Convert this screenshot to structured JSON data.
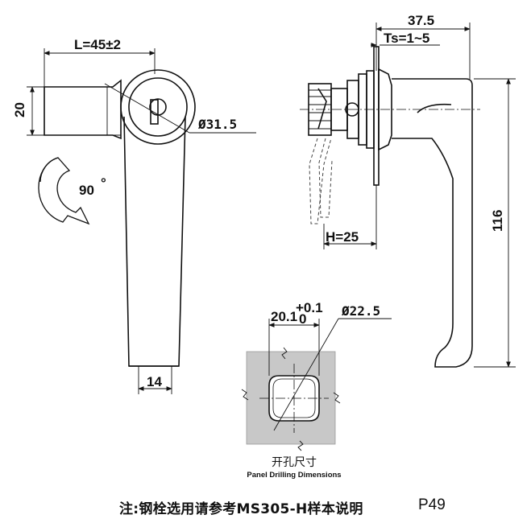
{
  "dimensions": {
    "front_length": "L=45±2",
    "front_height": "20",
    "front_diameter": "Ø31.5",
    "rotation": "90",
    "rotation_unit": "°",
    "bottom_width": "14",
    "side_depth": "37.5",
    "side_thickness": "Ts=1~5",
    "side_height": "116",
    "side_cam_h": "H=25",
    "cutout_width": "20.1",
    "cutout_tol_plus": "+0.1",
    "cutout_tol_minus": "0",
    "cutout_diameter": "Ø22.5"
  },
  "panel_caption": {
    "cn": "开孔尺寸",
    "en": "Panel Drilling Dimensions"
  },
  "footer": {
    "note": "注:钢栓选用请参考MS305-H样本说明",
    "page": "P49"
  },
  "colors": {
    "line": "#111111",
    "panel_fill": "#c8c8c8"
  }
}
